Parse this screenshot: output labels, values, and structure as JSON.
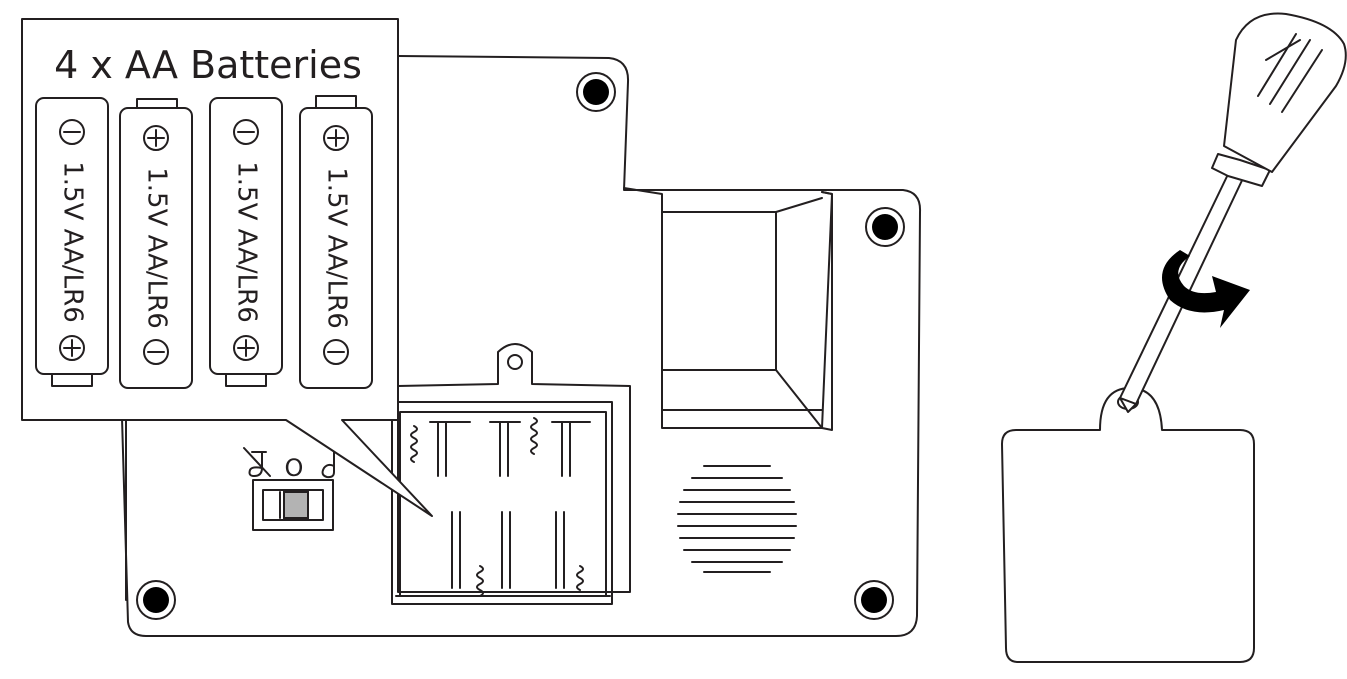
{
  "callout": {
    "title": "4 x AA Batteries",
    "batteries": [
      {
        "label": "1.5V AA/LR6",
        "top_polarity": "minus",
        "bottom_polarity": "plus",
        "tab": "bottom"
      },
      {
        "label": "1.5V AA/LR6",
        "top_polarity": "plus",
        "bottom_polarity": "minus",
        "tab": "top"
      },
      {
        "label": "1.5V AA/LR6",
        "top_polarity": "minus",
        "bottom_polarity": "plus",
        "tab": "bottom"
      },
      {
        "label": "1.5V AA/LR6",
        "top_polarity": "plus",
        "bottom_polarity": "minus",
        "tab": "top"
      }
    ]
  },
  "switch": {
    "positions": [
      "mute-icon",
      "O",
      "music-note-icon"
    ],
    "middle_label": "O"
  },
  "icons": [
    "screw-icon",
    "speaker-grille-icon",
    "screwdriver-icon",
    "rotate-arrow-icon",
    "battery-cover-icon"
  ],
  "colors": {
    "line": "#231f20",
    "switch_knob": "#b3b3b3",
    "background": "#ffffff"
  }
}
